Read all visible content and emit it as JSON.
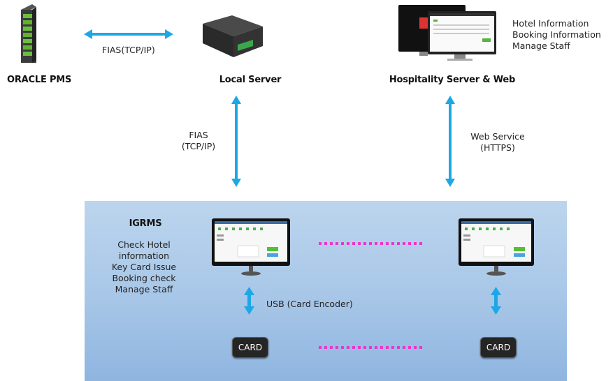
{
  "top": {
    "pms_label": "ORACLE PMS",
    "local_server_label": "Local Server",
    "hospitality_label": "Hospitality Server & Web",
    "fias_link_top": "FIAS(TCP/IP)",
    "hospitality_functions": [
      "Hotel Information",
      "Booking Information",
      "Manage Staff"
    ]
  },
  "links": {
    "fias_vertical": [
      "FIAS",
      "(TCP/IP)"
    ],
    "web_service": [
      "Web Service",
      "(HTTPS)"
    ],
    "usb": "USB (Card Encoder)"
  },
  "igrms": {
    "title": "IGRMS",
    "functions": [
      "Check Hotel",
      "information",
      "Key Card Issue",
      "Booking check",
      "Manage Staff"
    ],
    "card_left": "CARD",
    "card_right": "CARD"
  },
  "colors": {
    "arrow": "#1ea7e6",
    "dotted_link": "#ee33cc",
    "panel": "#a7c6e7"
  }
}
